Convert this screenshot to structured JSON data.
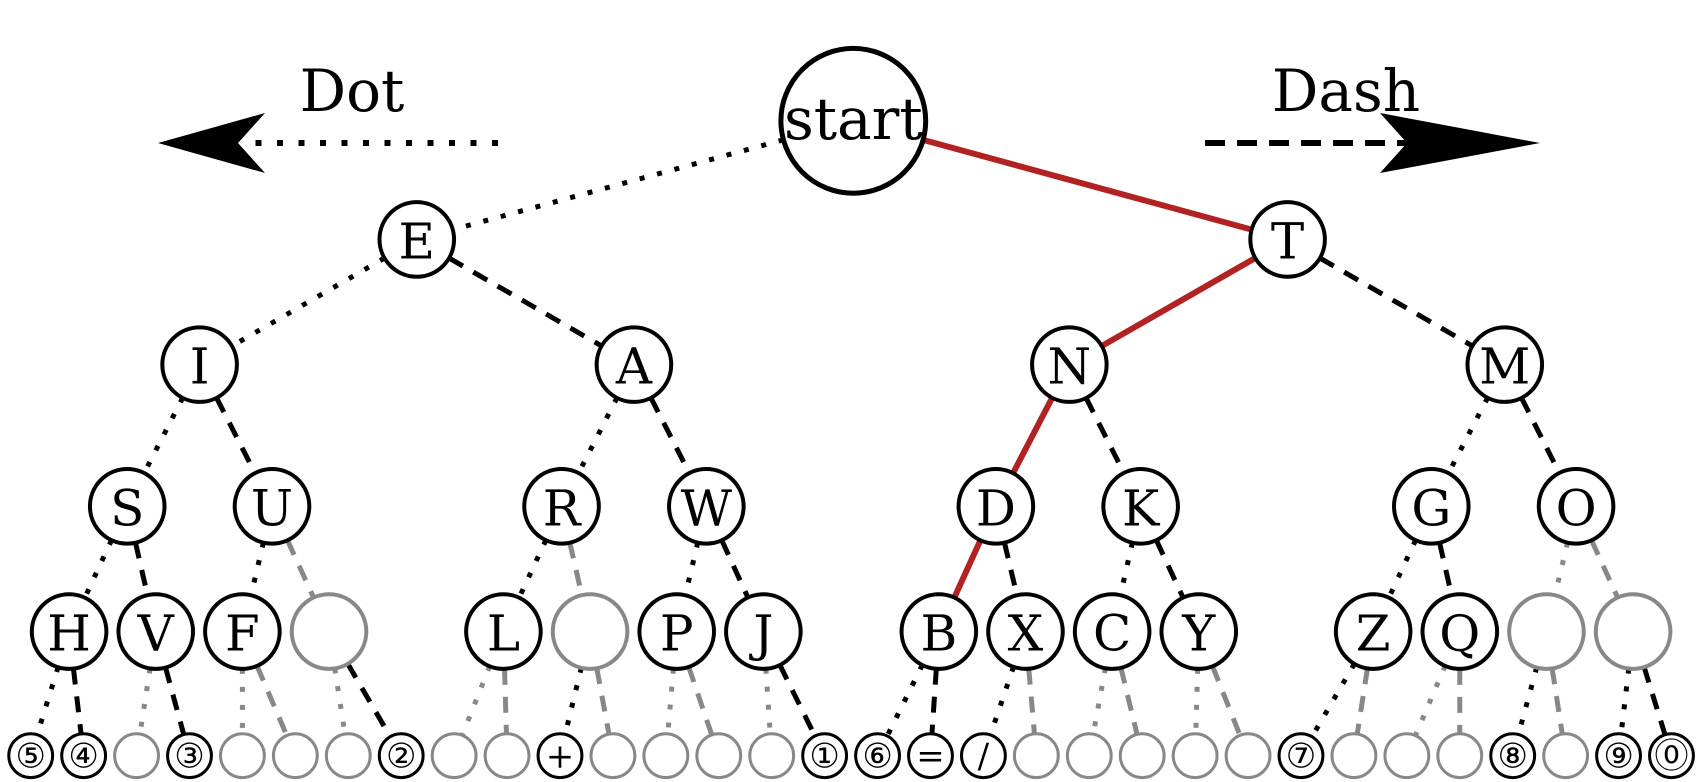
{
  "diagram": {
    "title": "Morse code binary tree",
    "root_label": "start",
    "legend": {
      "left": {
        "label": "Dot",
        "direction": "left",
        "style": "dotted"
      },
      "right": {
        "label": "Dash",
        "direction": "right",
        "style": "dashed"
      }
    },
    "colors": {
      "highlight": "#b22222",
      "active": "#000000",
      "inactive": "#888888"
    },
    "highlighted_path": [
      "start",
      "T",
      "N",
      "D",
      "B"
    ],
    "levels": [
      [
        "E",
        "T"
      ],
      [
        "I",
        "A",
        "N",
        "M"
      ],
      [
        "S",
        "U",
        "R",
        "W",
        "D",
        "K",
        "G",
        "O"
      ],
      [
        "H",
        "V",
        "F",
        "",
        "L",
        "",
        "P",
        "J",
        "B",
        "X",
        "C",
        "Y",
        "Z",
        "Q",
        "",
        ""
      ],
      [
        "⑤",
        "④",
        "",
        "③",
        "",
        "",
        "",
        "②",
        "",
        "",
        "+",
        "",
        "",
        "",
        "",
        "①",
        "⑥",
        "=",
        "/",
        "",
        "",
        "",
        "",
        "",
        "⑦",
        "",
        "",
        "",
        "⑧",
        "",
        "⑨",
        "⓪"
      ]
    ]
  }
}
